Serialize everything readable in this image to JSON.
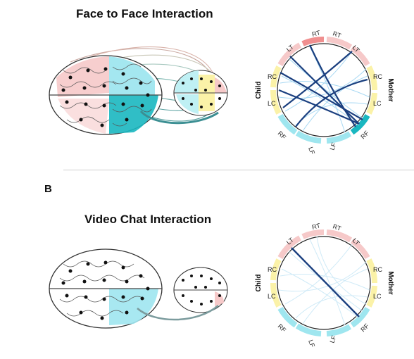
{
  "panel_a": {
    "title": "Face to Face Interaction",
    "circle_labels": {
      "child_side": "Child",
      "mother_side": "Mother",
      "child_rt": "RT",
      "child_lt": "LT",
      "child_rc": "RC",
      "child_lc": "LC",
      "child_rf": "RF",
      "child_lf": "LF",
      "mother_rt": "RT",
      "mother_lt": "LT",
      "mother_rc": "RC",
      "mother_lc": "LC",
      "mother_rf": "RF",
      "mother_lf": "LF"
    }
  },
  "panel_b": {
    "letter": "B",
    "title": "Video Chat Interaction",
    "circle_labels": {
      "child_side": "Child",
      "mother_side": "Mother",
      "child_rt": "RT",
      "child_lt": "LT",
      "child_rc": "RC",
      "child_lc": "LC",
      "child_rf": "RF",
      "child_lf": "LF",
      "mother_rt": "RT",
      "mother_lt": "LT",
      "mother_rc": "RC",
      "mother_lc": "LC",
      "mother_rf": "RF",
      "mother_lf": "LF"
    }
  },
  "colors": {
    "frontal": "#9fe6ef",
    "central": "#fbf2a8",
    "temporal": "#f6c9c9",
    "strong_link": "#1a3f7f",
    "weak_link": "#a7d8f3",
    "brain_link": "#3c8f93"
  }
}
